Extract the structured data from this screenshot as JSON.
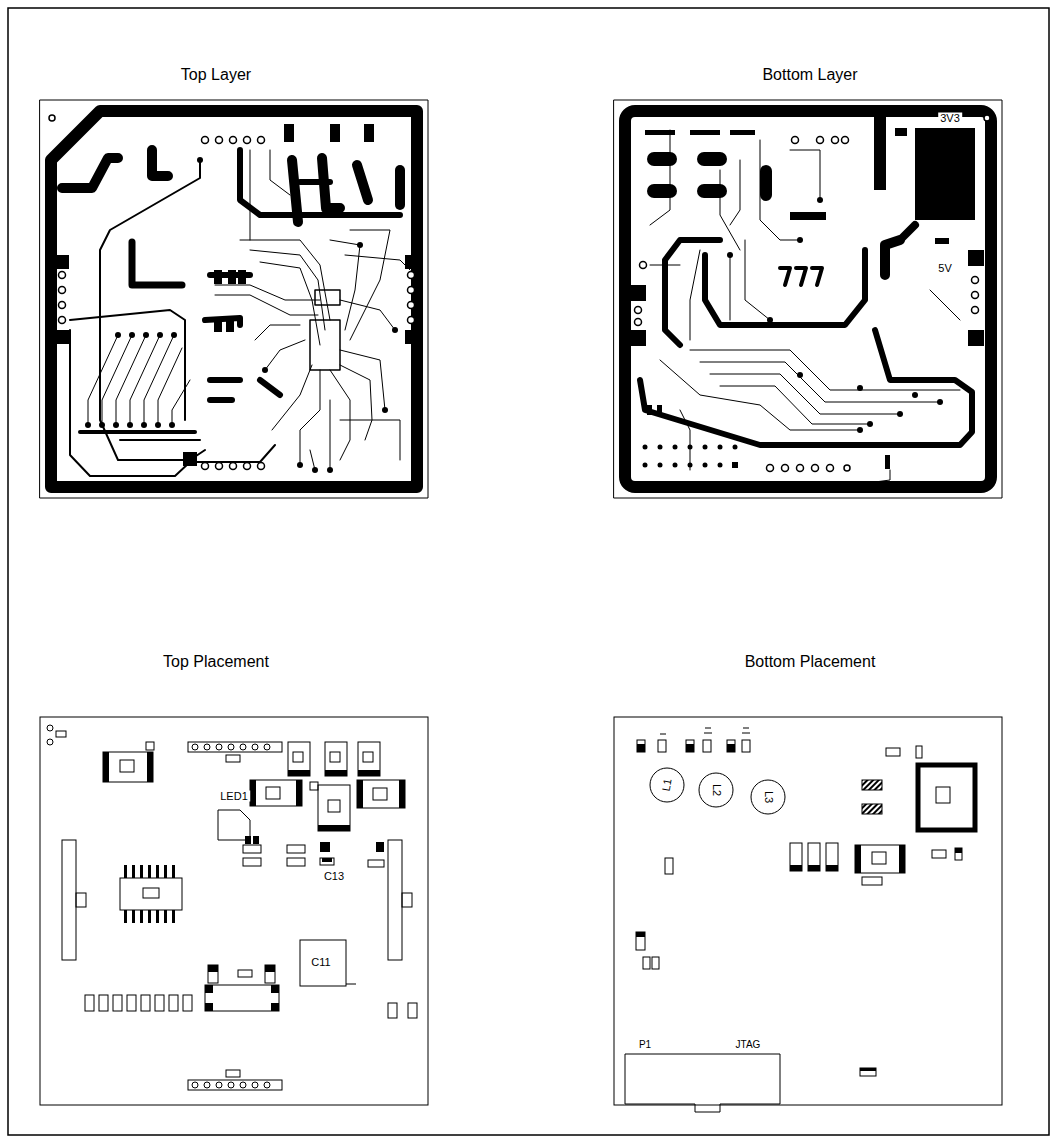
{
  "diagram": {
    "labels": [
      "Top Layer",
      "Bottom Layer",
      "Top Placement",
      "Bottom Placement",
      "3V3",
      "5V",
      "LED1",
      "C13",
      "C11",
      "L1",
      "L2",
      "L3",
      "P1",
      "JTAG"
    ]
  }
}
